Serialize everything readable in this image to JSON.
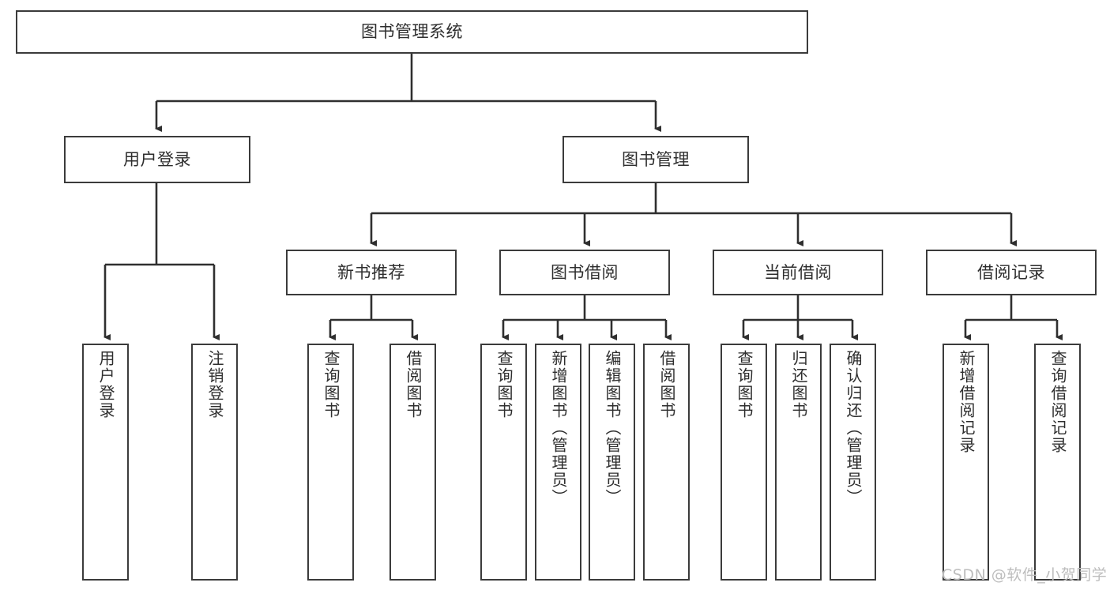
{
  "diagram": {
    "title": "图书管理系统",
    "type": "hierarchy-tree",
    "colors": {
      "box_border": "#3b3b3b",
      "box_fill": "#ffffff",
      "edge": "#2f2f2f",
      "text": "#2e2e2e",
      "watermark": "#bdbdbd",
      "background": "#ffffff"
    },
    "watermark": "CSDN @软件_小贺同学",
    "nodes": {
      "root": {
        "label": "图书管理系统"
      },
      "level1": [
        {
          "id": "user-login",
          "label": "用户登录"
        },
        {
          "id": "book-manage",
          "label": "图书管理"
        }
      ],
      "level2": [
        {
          "id": "new-book-rec",
          "label": "新书推荐"
        },
        {
          "id": "book-borrow",
          "label": "图书借阅"
        },
        {
          "id": "current-borrow",
          "label": "当前借阅"
        },
        {
          "id": "borrow-record",
          "label": "借阅记录"
        }
      ],
      "leaves": {
        "user_login": [
          {
            "id": "leaf-user-login",
            "label": "用户登录"
          },
          {
            "id": "leaf-logout",
            "label": "注销登录"
          }
        ],
        "new_book_rec": [
          {
            "id": "leaf-query-book-1",
            "label": "查询图书"
          },
          {
            "id": "leaf-borrow-book-1",
            "label": "借阅图书"
          }
        ],
        "book_borrow": [
          {
            "id": "leaf-query-book-2",
            "label": "查询图书"
          },
          {
            "id": "leaf-add-book",
            "label": "新增图书（管理员）"
          },
          {
            "id": "leaf-edit-book",
            "label": "编辑图书（管理员）"
          },
          {
            "id": "leaf-borrow-book-2",
            "label": "借阅图书"
          }
        ],
        "current_borrow": [
          {
            "id": "leaf-query-book-3",
            "label": "查询图书"
          },
          {
            "id": "leaf-return-book",
            "label": "归还图书"
          },
          {
            "id": "leaf-confirm-return",
            "label": "确认归还（管理员）"
          }
        ],
        "borrow_record": [
          {
            "id": "leaf-add-record",
            "label": "新增借阅记录"
          },
          {
            "id": "leaf-query-record",
            "label": "查询借阅记录"
          }
        ]
      }
    }
  }
}
